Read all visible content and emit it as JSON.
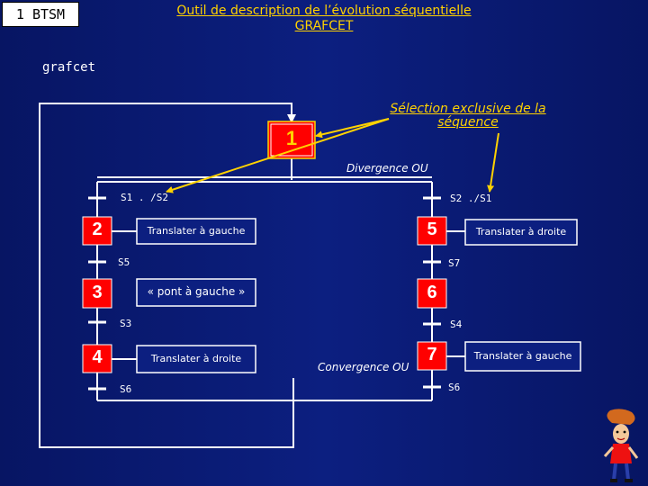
{
  "header": {
    "badge": "1 BTSM",
    "title_line1": "Outil de description de l’évolution séquentielle",
    "title_line2": "GRAFCET"
  },
  "subtitle": "grafcet",
  "callout": {
    "line1": "Sélection exclusive de la",
    "line2": "séquence"
  },
  "divergence_label": "Divergence OU",
  "convergence_label": "Convergence OU",
  "steps": [
    {
      "id": "step-1",
      "number": "1",
      "action": ""
    },
    {
      "id": "step-2",
      "number": "2",
      "action": "Translater à gauche"
    },
    {
      "id": "step-3",
      "number": "3",
      "action": "« pont à gauche »"
    },
    {
      "id": "step-4",
      "number": "4",
      "action": "Translater à droite"
    },
    {
      "id": "step-5",
      "number": "5",
      "action": "Translater à droite"
    },
    {
      "id": "step-6",
      "number": "6",
      "action": ""
    },
    {
      "id": "step-7",
      "number": "7",
      "action": "Translater à gauche"
    }
  ],
  "transitions": {
    "t12": "S1 . /S2",
    "t15": "S2 ./S1",
    "t23": "S5",
    "t34": "S3",
    "t4": "S6",
    "t56": "S7",
    "t67": "S4",
    "t7": "S6"
  },
  "colors": {
    "background": "#0c1f80",
    "step_fill": "#ff0000",
    "callout_text": "#ffd200",
    "arrow": "#ffd200",
    "lines": "#ffffff"
  }
}
